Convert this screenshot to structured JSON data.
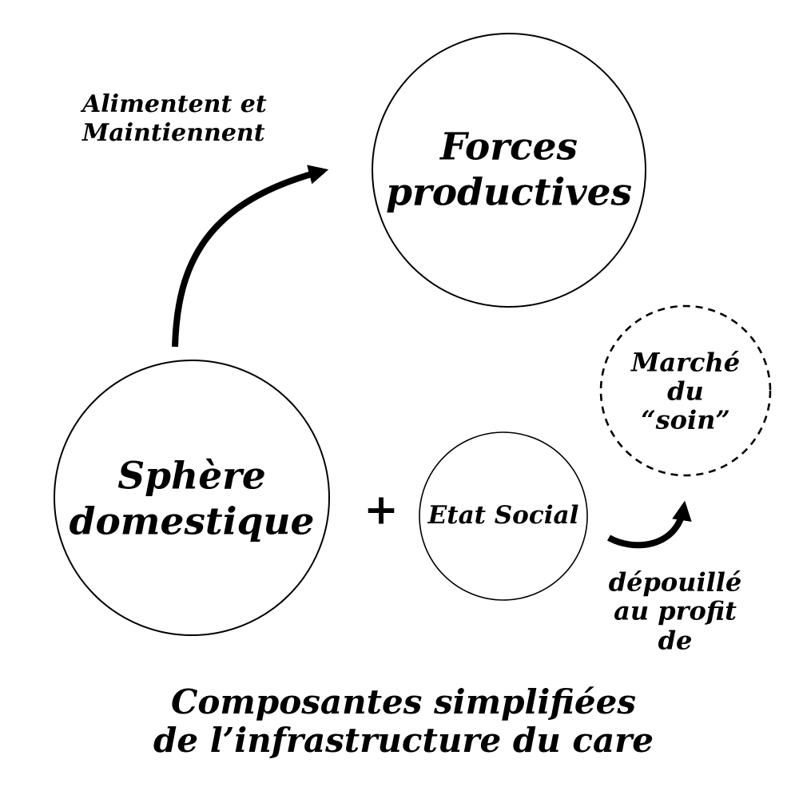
{
  "colors": {
    "ink": "#000000",
    "background": "#ffffff"
  },
  "nodes": {
    "forces_productives": {
      "line1": "Forces",
      "line2": "productives"
    },
    "sphere_domestique": {
      "line1": "Sphère",
      "line2": "domestique"
    },
    "etat_social": {
      "label": "Etat Social"
    },
    "marche_du_soin": {
      "line1": "Marché",
      "line2": "du",
      "line3": "“soin”"
    }
  },
  "operators": {
    "plus": "+"
  },
  "arrows": {
    "alimentent": {
      "line1": "Alimentent et",
      "line2": "Maintiennent"
    },
    "depouille": {
      "line1": "dépouillé",
      "line2": "au profit",
      "line3": "de"
    }
  },
  "caption": {
    "line1": "Composantes simplifiées",
    "line2": "de l’infrastructure du care"
  }
}
